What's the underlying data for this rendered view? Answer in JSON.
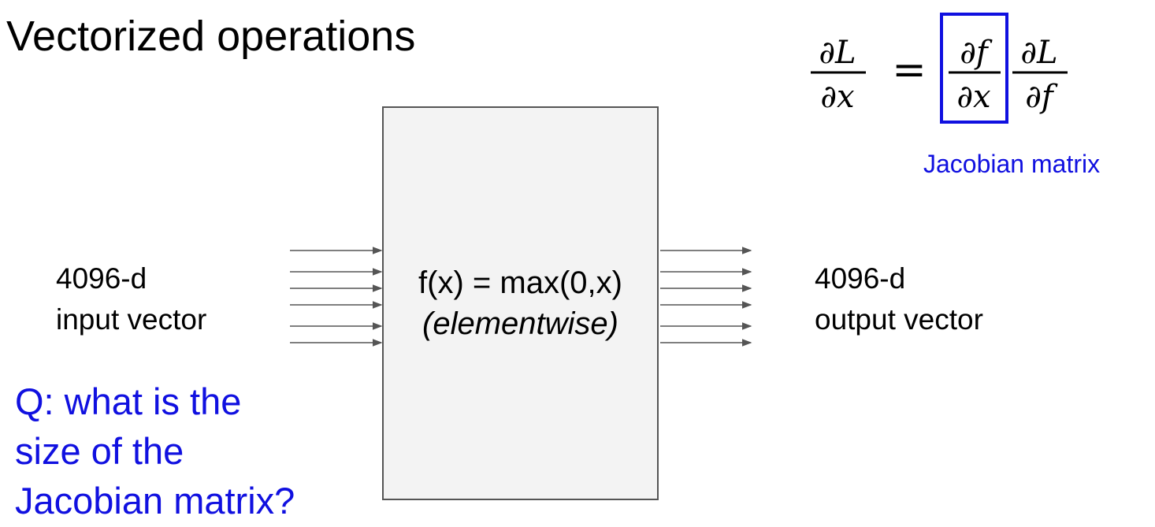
{
  "slide": {
    "title": "Vectorized operations"
  },
  "equation": {
    "lhs_top": "∂L",
    "lhs_bottom": "∂x",
    "equals": "=",
    "jac_top": "∂f",
    "jac_bottom": "∂x",
    "rhs_top": "∂L",
    "rhs_bottom": "∂f"
  },
  "jacobian_caption": "Jacobian matrix",
  "input": {
    "line1": "4096-d",
    "line2": "input vector"
  },
  "output": {
    "line1": "4096-d",
    "line2": "output vector"
  },
  "function_box": {
    "expression": "f(x) = max(0,x)",
    "note": "(elementwise)"
  },
  "question": {
    "line1": "Q: what is the",
    "line2": "size of the",
    "line3": "Jacobian matrix?"
  },
  "colors": {
    "accent": "#1010e0",
    "text": "#000000",
    "box_fill": "#f3f3f3",
    "box_border": "#555555",
    "arrow": "#555555"
  }
}
